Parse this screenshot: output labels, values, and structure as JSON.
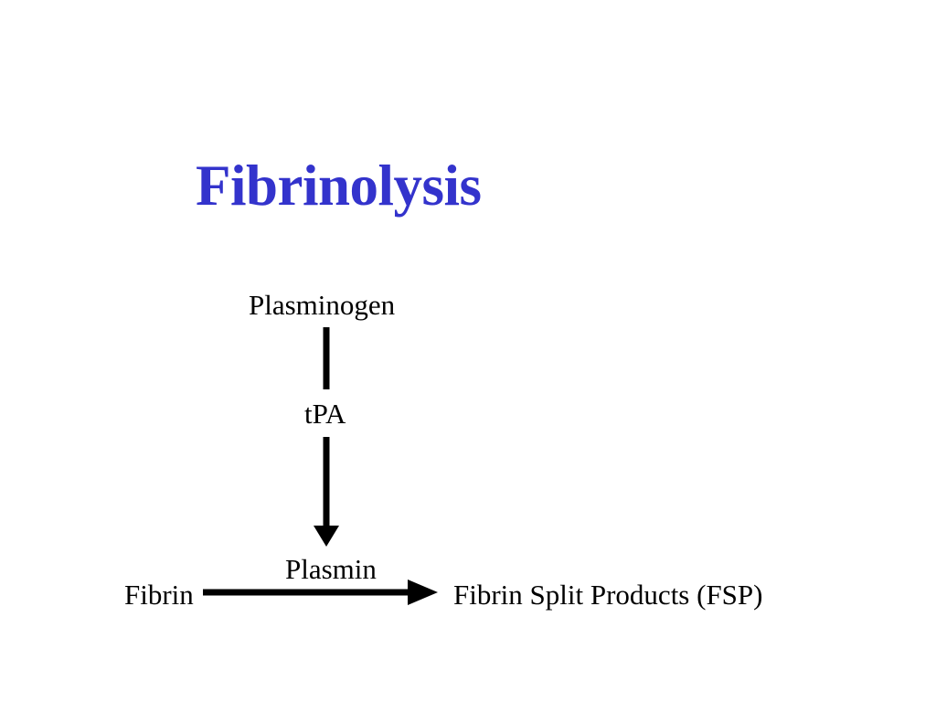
{
  "slide": {
    "title": "Fibrinolysis",
    "title_color": "#3333CC",
    "background_color": "#FFFFFF",
    "text_color": "#000000"
  },
  "diagram": {
    "type": "pathway-flow-diagram",
    "nodes": {
      "plasminogen": "Plasminogen",
      "tpa": "tPA",
      "plasmin": "Plasmin",
      "fibrin": "Fibrin",
      "fsp": "Fibrin Split Products (FSP)"
    },
    "arrows": [
      {
        "name": "plasminogen-to-plasmin-arrow",
        "direction": "down",
        "from": "Plasminogen",
        "to": "Plasmin",
        "catalyst_label": "tPA",
        "color": "#000000"
      },
      {
        "name": "fibrin-to-fsp-arrow",
        "direction": "right",
        "from": "Fibrin",
        "to": "Fibrin Split Products (FSP)",
        "catalyst_label": "Plasmin",
        "color": "#000000"
      }
    ]
  }
}
